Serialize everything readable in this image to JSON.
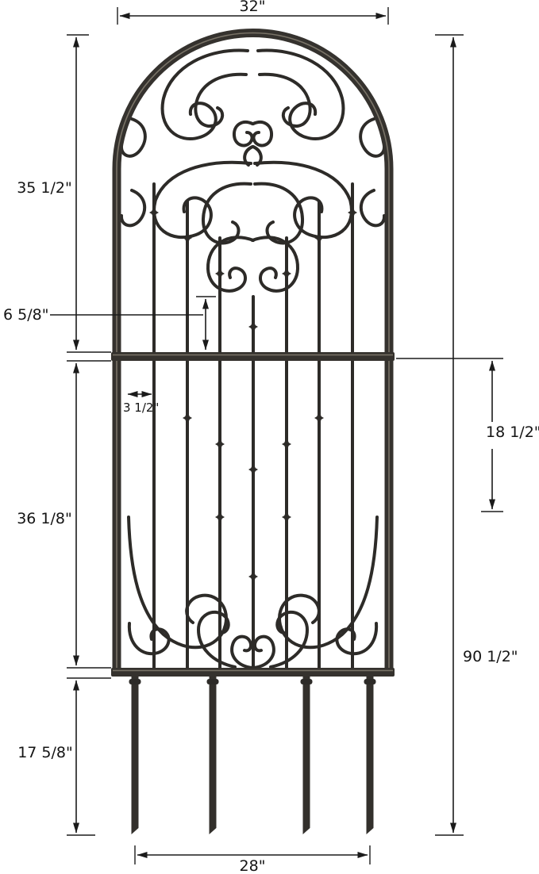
{
  "diagram": {
    "subject": "Arched metal garden trellis with scrollwork, vertical bars and four ground stakes",
    "style": {
      "ink_color": "#1b1b1b",
      "metal_color": "#2d2b28",
      "background_color": "#ffffff"
    },
    "labels": {
      "top_width": "32\"",
      "upper_section_height": "35 1/2\"",
      "center_bar_drop": "6 5/8\"",
      "bar_spacing": "3 1/2\"",
      "right_bar_drop": "18 1/2\"",
      "lower_section_height": "36 1/8\"",
      "overall_height": "90 1/2\"",
      "stake_length": "17 5/8\"",
      "stake_span": "28\""
    }
  }
}
